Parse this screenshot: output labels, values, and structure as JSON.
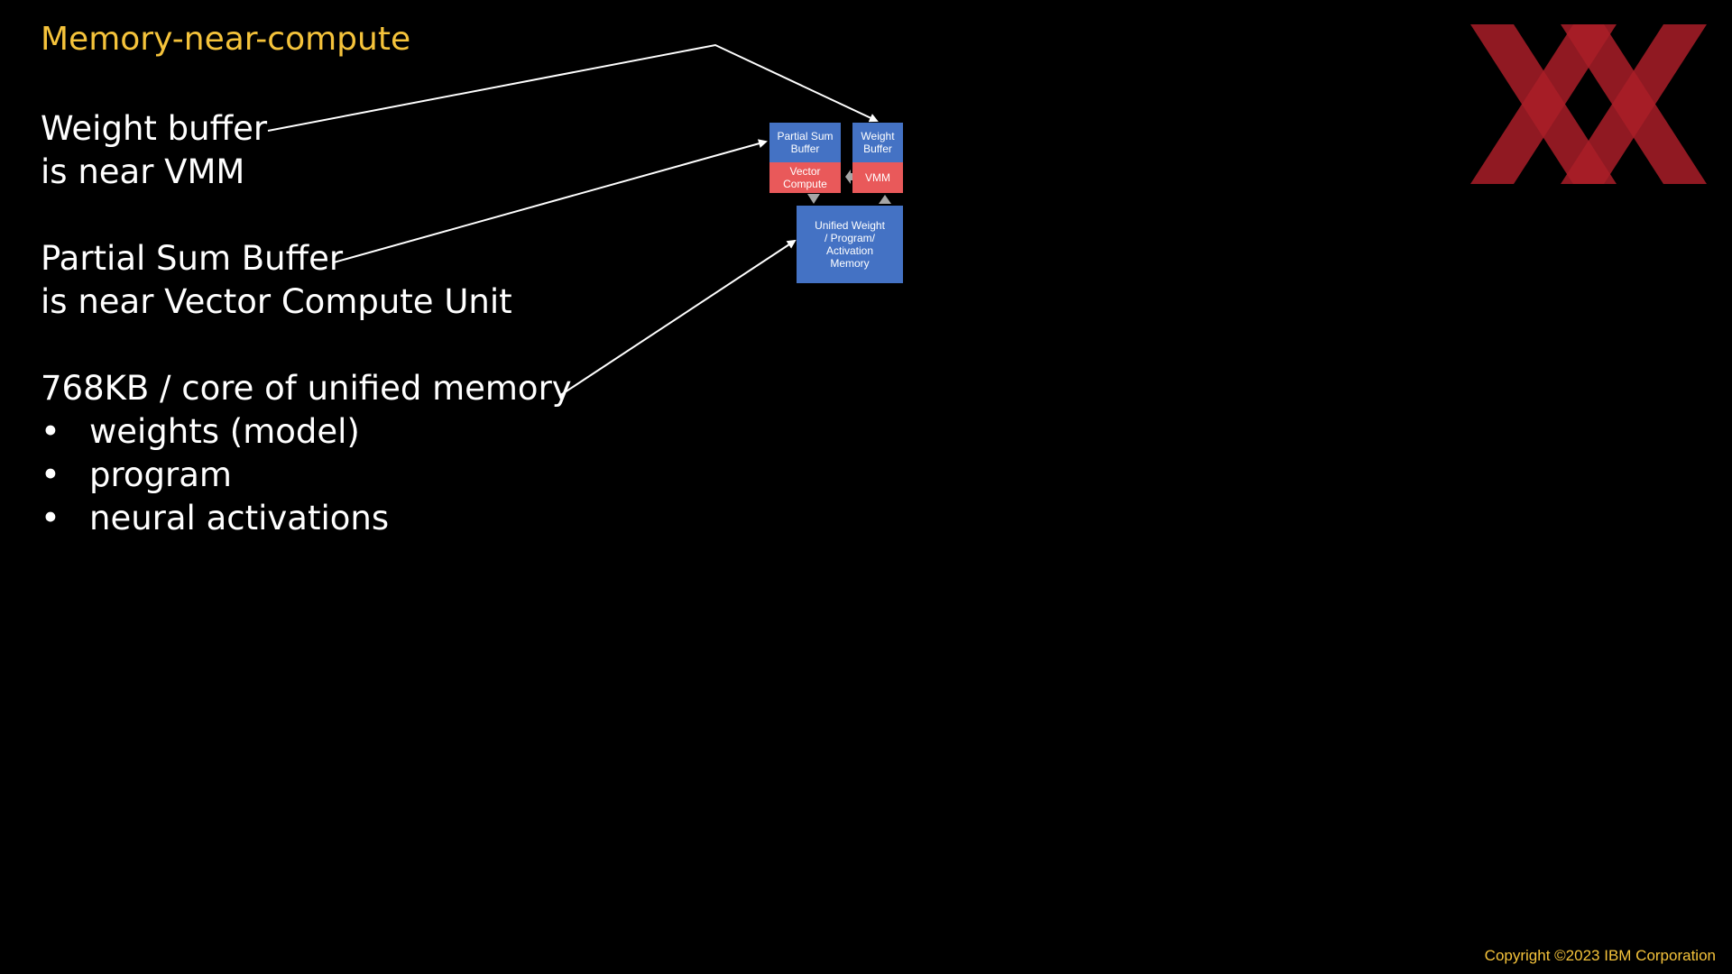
{
  "title": "Memory-near-compute",
  "statements": [
    {
      "line1": "Weight buffer",
      "line2": "is near VMM"
    },
    {
      "line1": "Partial Sum Buffer",
      "line2": "is near Vector Compute Unit"
    },
    {
      "line1": "768KB / core of unified memory"
    }
  ],
  "bullets": [
    "weights (model)",
    "program",
    "neural activations"
  ],
  "bullet_char": "•",
  "diagram": {
    "partial_sum_buffer": "Partial Sum Buffer",
    "weight_buffer": "Weight Buffer",
    "vector_compute": "Vector Compute",
    "vmm": "VMM",
    "unified_memory": "Unified Weight / Program/ Activation Memory"
  },
  "copyright": "Copyright ©2023 IBM Corporation",
  "colors": {
    "accent_yellow": "#f5c33b",
    "block_blue": "#4472c4",
    "block_red": "#e9595a",
    "logo_red": "#b3202a"
  },
  "logo": "ibm-xx-logo"
}
